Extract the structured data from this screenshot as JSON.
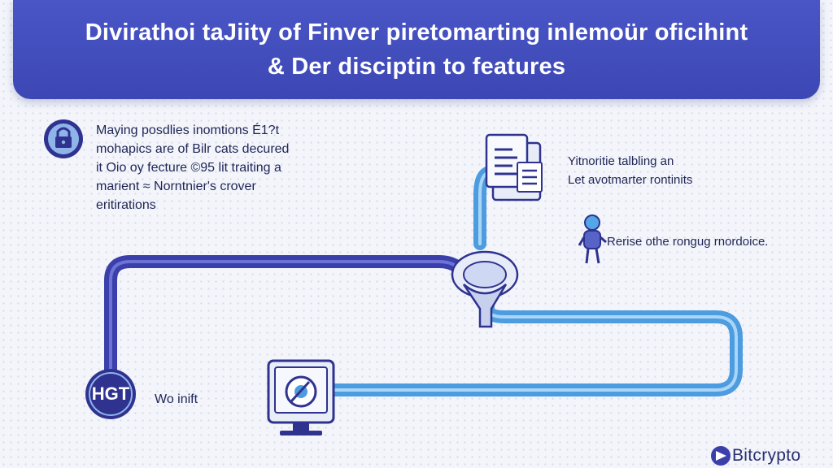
{
  "header": {
    "title_line1": "Divirathoi taJiity of Finver piretomarting inlemoür oficihint",
    "title_line2": "& Der disciptin to features"
  },
  "left_note": {
    "lines": [
      "Maying posdlies inomtions É1?t",
      "mohapics are of Bilr cats decured",
      "it Oio oy fecture  ©95 lit traiting a",
      "marient  ≈ Norntnier's crover",
      "eritirations"
    ]
  },
  "right_note": {
    "lines": [
      "Yitnoritie talbling an",
      "Let avotmarter rontinits"
    ]
  },
  "callout": {
    "text": "Rerise othe rongug rnordoice."
  },
  "start_node": {
    "badge_text": "HGT",
    "label": "Wo inift"
  },
  "brand": {
    "name": "Bitcrypto"
  },
  "colors": {
    "banner": "#4050bc",
    "path_dark": "#3a3faa",
    "path_light": "#55a6e6",
    "node_fill": "#2f338f"
  },
  "icons": {
    "top_left": "lock-icon",
    "document": "document-icon",
    "person": "person-icon",
    "junction": "funnel-icon",
    "monitor": "monitor-icon",
    "start": "badge-icon",
    "brand": "bitcrypto-logo"
  }
}
